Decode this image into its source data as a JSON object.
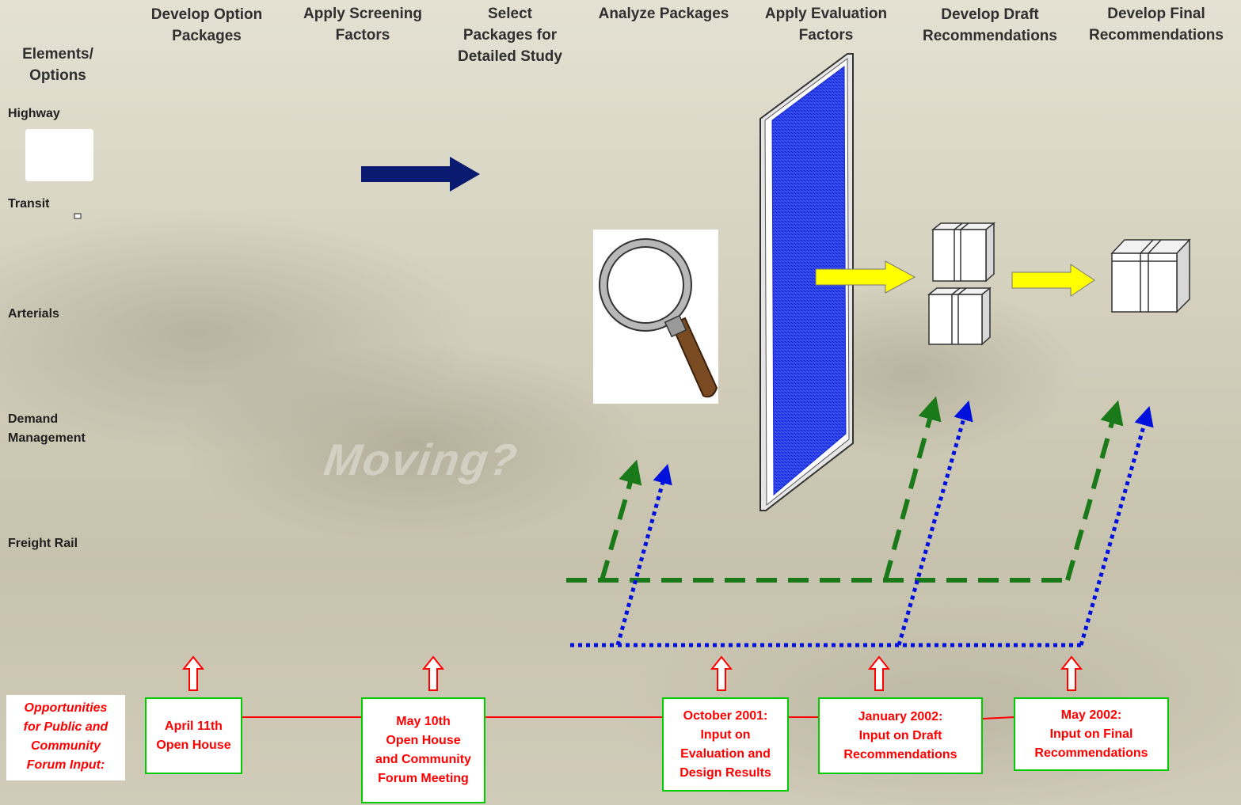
{
  "headers": {
    "elements_options": [
      "Elements/",
      "Options"
    ],
    "develop_option_packages": [
      "Develop Option",
      "Packages"
    ],
    "apply_screening_factors": [
      "Apply Screening",
      "Factors"
    ],
    "select_packages": [
      "Select",
      "Packages for",
      "Detailed Study"
    ],
    "analyze_packages": "Analyze Packages",
    "apply_evaluation_factors": [
      "Apply Evaluation",
      "Factors"
    ],
    "develop_draft": [
      "Develop Draft",
      "Recommendations"
    ],
    "develop_final": [
      "Develop Final",
      "Recommendations"
    ]
  },
  "rows": {
    "highway": "Highway",
    "transit": "Transit",
    "arterials": "Arterials",
    "demand": [
      "Demand",
      "Management"
    ],
    "freight": "Freight Rail"
  },
  "opportunities": [
    "Opportunities",
    "for Public and",
    "Community",
    "Forum Input:"
  ],
  "milestones": [
    {
      "lines": [
        "April 11th",
        "Open House"
      ]
    },
    {
      "lines": [
        "May 10th",
        "Open House",
        "and Community",
        "Forum Meeting"
      ]
    },
    {
      "lines": [
        "October 2001:",
        "Input on",
        "Evaluation and",
        "Design Results"
      ]
    },
    {
      "lines": [
        "January 2002:",
        "Input on Draft",
        "Recommendations"
      ]
    },
    {
      "lines": [
        "May 2002:",
        "Input on Final",
        "Recommendations"
      ]
    }
  ],
  "watermark": "Moving?",
  "colors": {
    "navy_arrow": "#0a1a6e",
    "yellow_arrow": "#ffff00",
    "green_dash": "#1a7a1a",
    "blue_dot": "#0010dd",
    "red_line": "#ff0000",
    "box_border": "#00cc00",
    "filter_panel": "#2233ee"
  },
  "icons": [
    "magnifier-icon",
    "filter-screen-icon",
    "package-box-icon",
    "up-arrow-icon"
  ]
}
